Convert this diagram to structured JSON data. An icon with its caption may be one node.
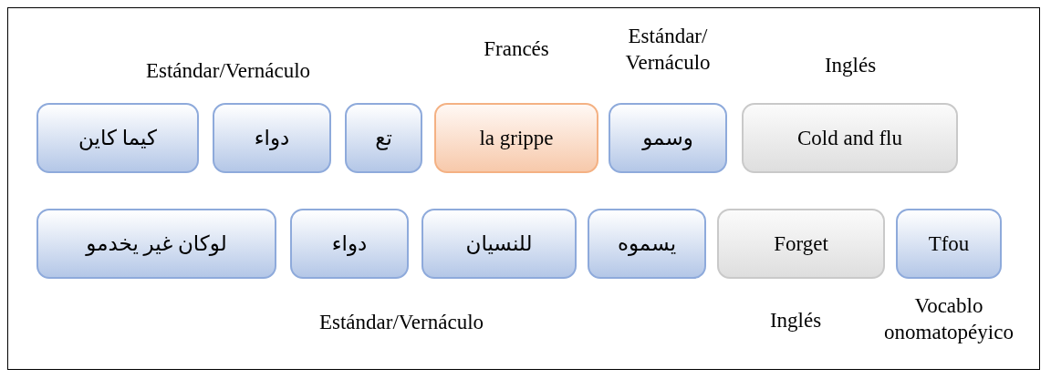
{
  "diagram": {
    "nodes": [
      {
        "text": [
          "كيما كاين"
        ]
      },
      {
        "text": [
          "دواء"
        ]
      },
      {
        "text": [
          "تع"
        ]
      },
      {
        "text": [
          "la grippe"
        ],
        "beside": [
          "Francés"
        ]
      },
      {
        "text": [
          "وسمو"
        ],
        "beside": [
          "Estándar/ Vernáculo"
        ]
      },
      {
        "text": [
          "Cold and flu"
        ],
        "beside": [
          "Inglés"
        ]
      },
      {
        "text": [
          "لوكان غير يخدمو"
        ]
      },
      {
        "text": [
          "دواء"
        ]
      },
      {
        "text": [
          "للنسيان"
        ]
      },
      {
        "text": [
          "يسموه"
        ]
      },
      {
        "text": [
          "Forget"
        ],
        "beside": [
          "Inglés"
        ]
      },
      {
        "text": [
          "Tfou"
        ],
        "beside": [
          "Vocablo onomatopéyico"
        ]
      }
    ],
    "edges": [],
    "labels": [
      "Estándar/Vernáculo",
      "Estándar/Vernáculo"
    ]
  }
}
